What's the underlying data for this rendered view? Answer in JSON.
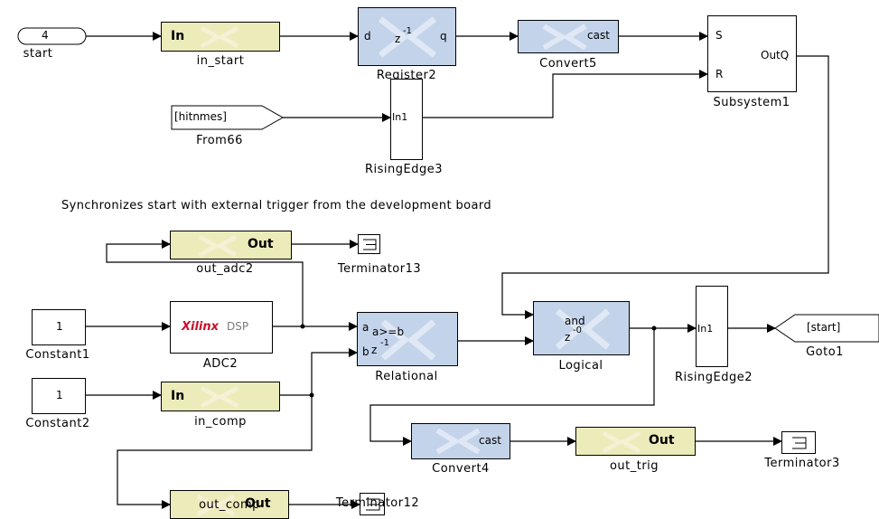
{
  "note": "Synchronizes start with external trigger from the development board",
  "blocks": {
    "start": {
      "label": "start",
      "value": "4"
    },
    "in_start": {
      "label": "in_start",
      "text": "In"
    },
    "register2": {
      "label": "Register2",
      "d": "d",
      "z": "z",
      "exp": "-1",
      "q": "q"
    },
    "convert5": {
      "label": "Convert5",
      "text": "cast"
    },
    "subsystem1": {
      "label": "Subsystem1",
      "s": "S",
      "r": "R",
      "out": "OutQ"
    },
    "from66": {
      "label": "From66",
      "text": "[hitnmes]"
    },
    "risingedge3": {
      "label": "RisingEdge3",
      "text": "In1"
    },
    "out_adc2": {
      "label": "out_adc2",
      "text": "Out"
    },
    "terminator13": {
      "label": "Terminator13"
    },
    "constant1": {
      "label": "Constant1",
      "value": "1"
    },
    "adc2": {
      "label": "ADC2",
      "text1": "Xilinx",
      "text2": "DSP"
    },
    "relational": {
      "label": "Relational",
      "a": "a",
      "op": "a>=b",
      "b": "b",
      "z": "z",
      "exp": "-1"
    },
    "logical": {
      "label": "Logical",
      "op": "and",
      "z": "z",
      "exp": "-0"
    },
    "risingedge2": {
      "label": "RisingEdge2",
      "text": "In1"
    },
    "goto1": {
      "label": "Goto1",
      "text": "[start]"
    },
    "constant2": {
      "label": "Constant2",
      "value": "1"
    },
    "in_comp": {
      "label": "in_comp",
      "text": "In"
    },
    "convert4": {
      "label": "Convert4",
      "text": "cast"
    },
    "out_trig": {
      "label": "out_trig",
      "text": "Out"
    },
    "terminator3": {
      "label": "Terminator3"
    },
    "out_comp": {
      "label": "out_comp",
      "text": "Out"
    },
    "terminator12": {
      "label": "Terminator12"
    }
  }
}
